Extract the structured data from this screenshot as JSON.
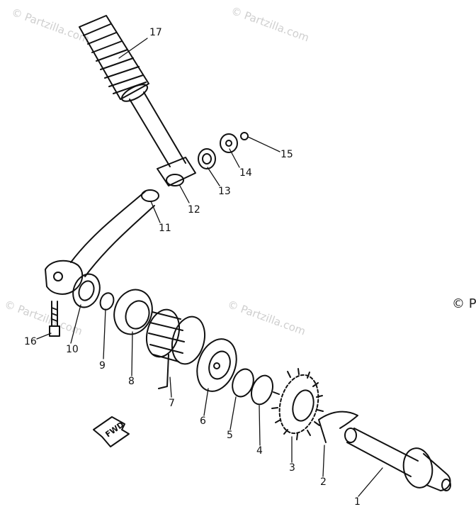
{
  "watermark": {
    "text": "© Partzilla.com"
  },
  "edge_text": "© P",
  "fwd_label": "FWD",
  "callouts": [
    {
      "num": "17",
      "name": "kick-grip"
    },
    {
      "num": "15",
      "name": "circlip"
    },
    {
      "num": "14",
      "name": "washer"
    },
    {
      "num": "13",
      "name": "spring"
    },
    {
      "num": "12",
      "name": "kick-crank-boss"
    },
    {
      "num": "11",
      "name": "kick-crank"
    },
    {
      "num": "16",
      "name": "bolt"
    },
    {
      "num": "10",
      "name": "oil-seal"
    },
    {
      "num": "9",
      "name": "circlip"
    },
    {
      "num": "8",
      "name": "spring-guide"
    },
    {
      "num": "7",
      "name": "torsion-spring"
    },
    {
      "num": "6",
      "name": "spring-cover"
    },
    {
      "num": "5",
      "name": "circlip"
    },
    {
      "num": "4",
      "name": "washer"
    },
    {
      "num": "3",
      "name": "kick-gear"
    },
    {
      "num": "2",
      "name": "clip"
    },
    {
      "num": "1",
      "name": "kick-axle"
    }
  ]
}
